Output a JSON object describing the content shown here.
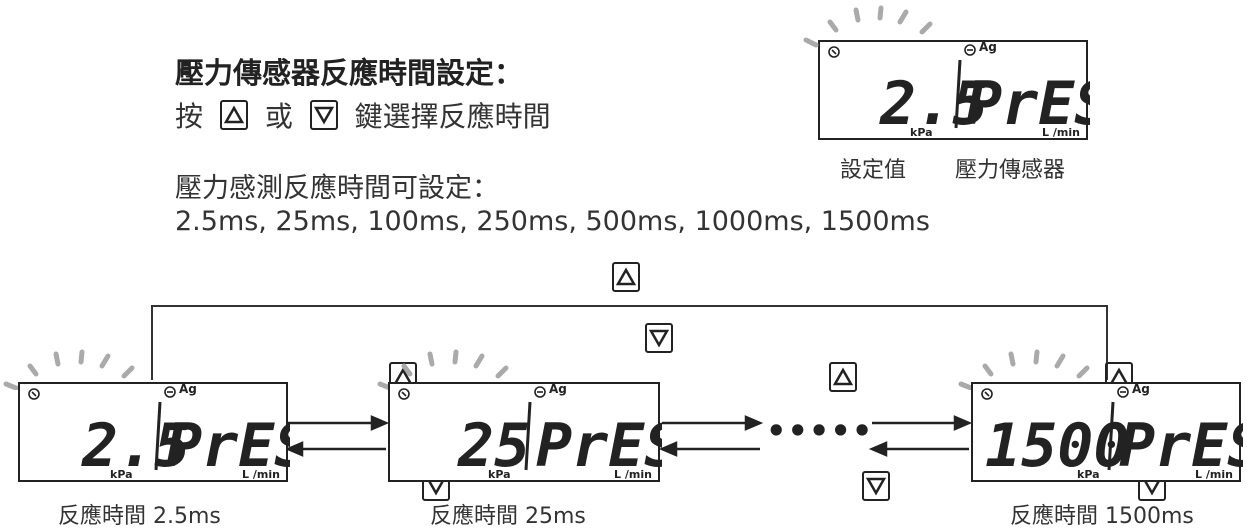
{
  "header": {
    "title": "壓力傳感器反應時間設定：",
    "instruction_press": "按",
    "instruction_or": "或",
    "instruction_rest": "鍵選擇反應時間",
    "range_label": "壓力感測反應時間可設定：",
    "range_values": "2.5ms, 25ms, 100ms, 250ms, 500ms, 1000ms, 1500ms"
  },
  "legend_display": {
    "value": "2.5",
    "mode": "PrES",
    "unit_left": "kPa",
    "unit_right": "L /min",
    "ag_label": "Ag",
    "caption_left": "設定值",
    "caption_right": "壓力傳感器"
  },
  "displays": [
    {
      "value": "2.5",
      "mode": "PrES",
      "unit_left": "kPa",
      "unit_right": "L /min",
      "ag_label": "Ag",
      "caption": "反應時間 2.5ms"
    },
    {
      "value": "25",
      "mode": "PrES",
      "unit_left": "kPa",
      "unit_right": "L /min",
      "ag_label": "Ag",
      "caption": "反應時間 25ms"
    },
    {
      "value": "1500",
      "mode": "PrES",
      "unit_left": "kPa",
      "unit_right": "L /min",
      "ag_label": "Ag",
      "caption": "反應時間 1500ms"
    }
  ],
  "flow": {
    "ellipsis": "•••••"
  },
  "icons": {
    "up_key": "up-key-icon",
    "down_key": "down-key-icon",
    "blink": "blink-rays-icon"
  },
  "colors": {
    "ink": "#222222",
    "blink_rays": "#aaaaaa",
    "text": "#333333"
  }
}
